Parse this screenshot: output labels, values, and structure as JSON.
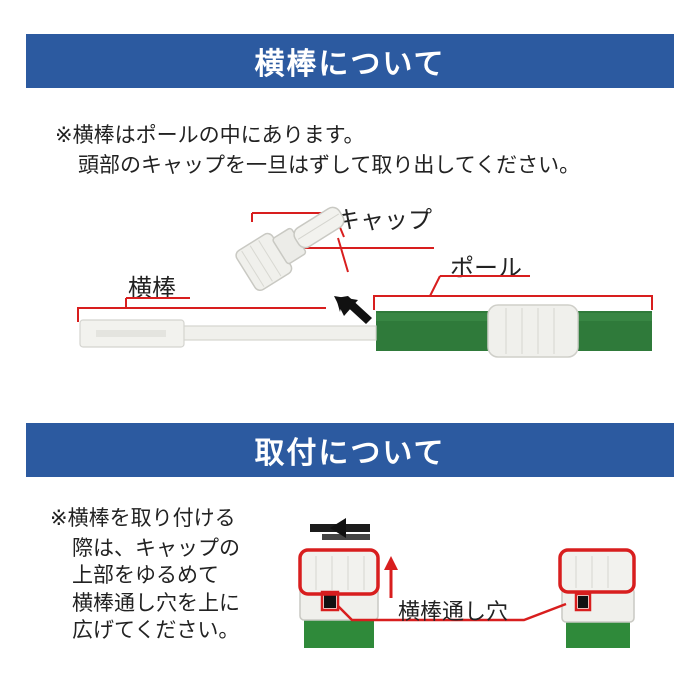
{
  "section1": {
    "title": "横棒について",
    "note_line1": "※横棒はポールの中にあります。",
    "note_line2": "頭部のキャップを一旦はずして取り出してください。",
    "label_cap": "キャップ",
    "label_pole": "ポール",
    "label_bar": "横棒"
  },
  "section2": {
    "title": "取付について",
    "note_lines": [
      "※横棒を取り付ける",
      "際は、キャップの",
      "上部をゆるめて",
      "横棒通し穴を上に",
      "広げてください。"
    ],
    "label_hole": "横棒通し穴"
  },
  "colors": {
    "banner": "#2c5aa0",
    "pole_green": "#2f7a3a",
    "red_line": "#d81e1e",
    "cap_white": "#f0f0ec"
  }
}
